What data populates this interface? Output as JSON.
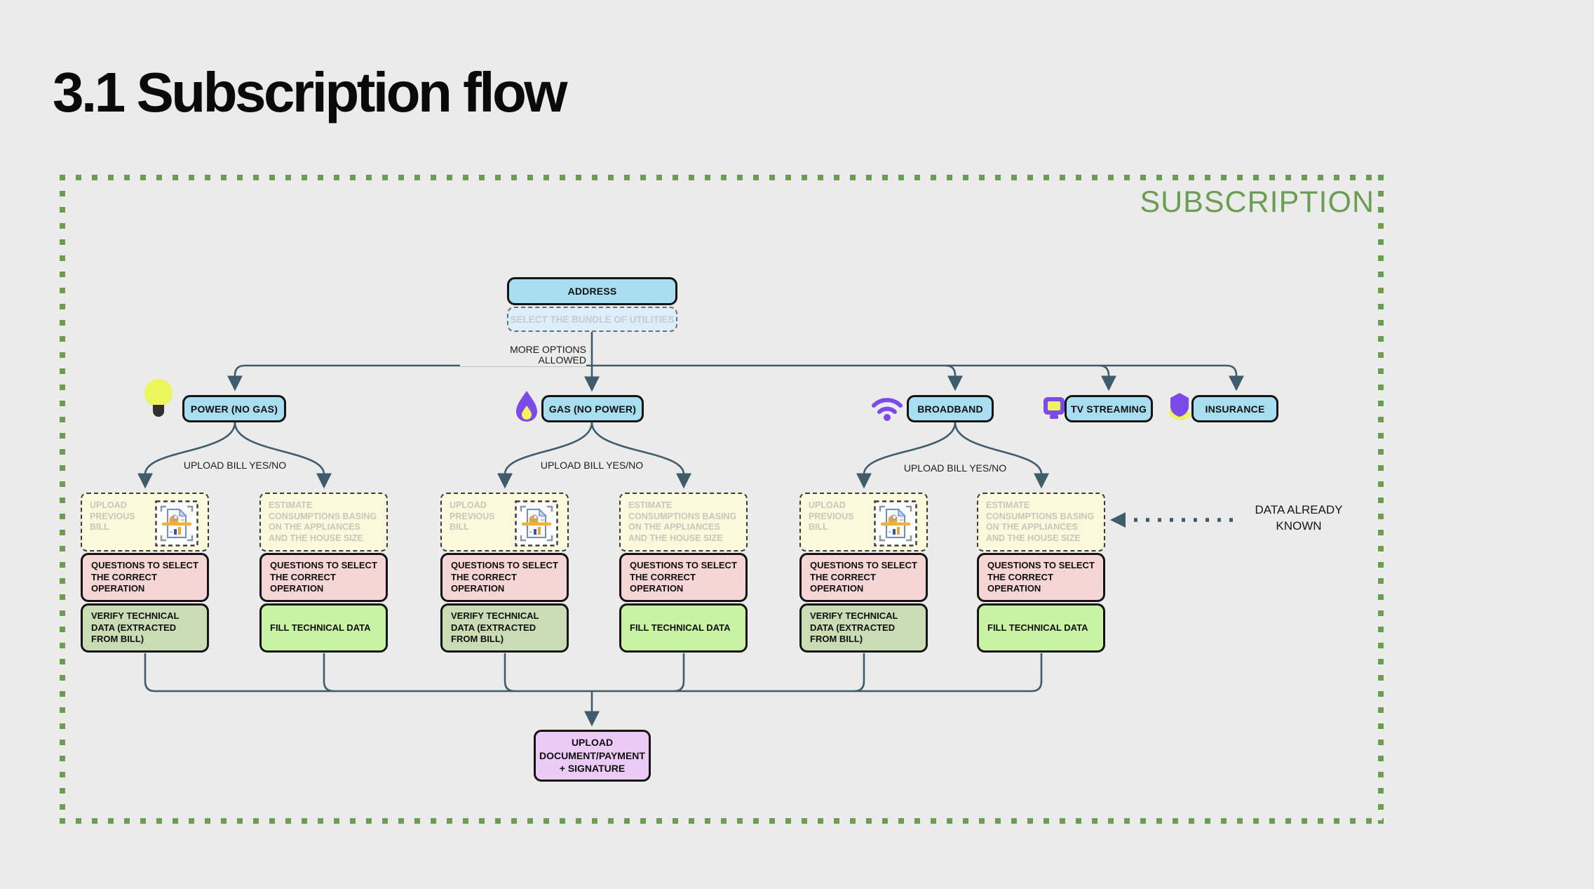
{
  "title": "3.1 Subscription flow",
  "frame": {
    "label": "SUBSCRIPTION",
    "border_color": "#6b9e52"
  },
  "labels": {
    "more_options": "MORE OPTIONS ALLOWED",
    "upload_bill": "UPLOAD BILL YES/NO",
    "data_known": "DATA ALREADY KNOWN"
  },
  "nodes": {
    "address": "ADDRESS",
    "bundle": "SELECT THE BUNDLE OF UTILITIES"
  },
  "utilities": [
    {
      "label": "POWER (NO GAS)",
      "icon": "lightbulb-icon"
    },
    {
      "label": "GAS (NO POWER)",
      "icon": "flame-icon"
    },
    {
      "label": "BROADBAND",
      "icon": "wifi-icon"
    },
    {
      "label": "TV STREAMING",
      "icon": "tv-icon"
    },
    {
      "label": "INSURANCE",
      "icon": "insurance-icon"
    }
  ],
  "boxes": {
    "upload_bill": "UPLOAD PREVIOUS BILL",
    "estimate": "ESTIMATE CONSUMPTIONS BASING ON THE APPLIANCES AND THE HOUSE SIZE",
    "questions": "QUESTIONS TO SELECT THE CORRECT OPERATION",
    "verify": "VERIFY TECHNICAL DATA (EXTRACTED FROM BILL)",
    "fill": "FILL TECHNICAL DATA"
  },
  "final": {
    "line1": "UPLOAD",
    "line2": "DOCUMENT/PAYMENT",
    "line3": "+ SIGNATURE"
  },
  "colors": {
    "background": "#ebebeb",
    "accent_green": "#6b9e52",
    "node_blue": "#a9def1",
    "node_yellow": "#fbf8dc",
    "node_pink": "#f6d5d5",
    "node_green_muted": "#c9dcb3",
    "node_green_bright": "#c9f2a2",
    "node_purple": "#eccaf6",
    "wire": "#3f5c6b",
    "icon_purple": "#7a4be8",
    "icon_yellow": "#eef25e"
  }
}
